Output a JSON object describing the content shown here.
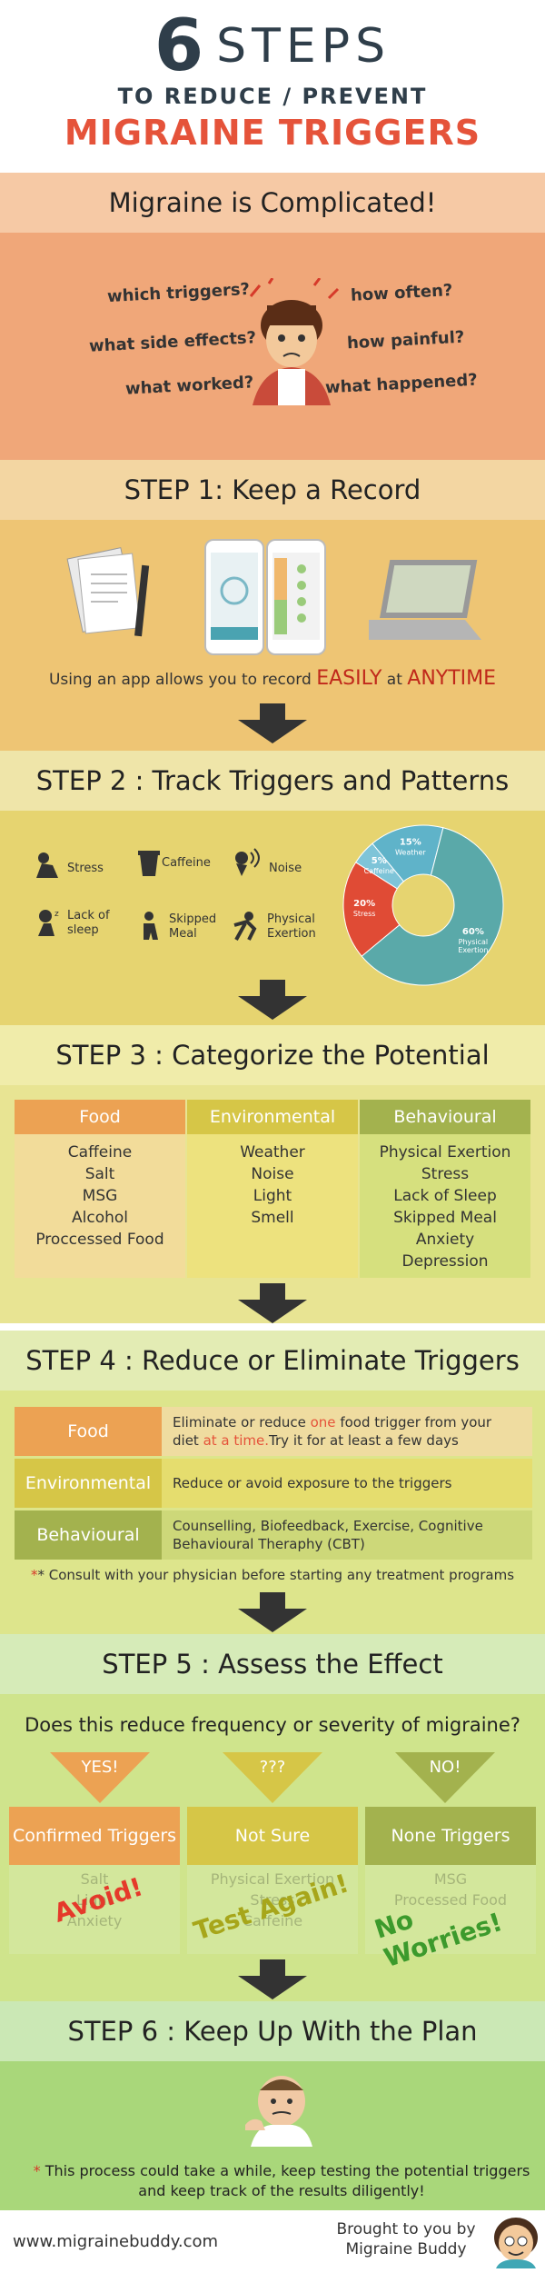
{
  "header": {
    "number": "6",
    "steps": "STEPS",
    "subtitle": "TO REDUCE / PREVENT",
    "title": "MIGRAINE TRIGGERS"
  },
  "intro": {
    "title": "Migraine is Complicated!",
    "questions": [
      "which triggers?",
      "how often?",
      "what side effects?",
      "how painful?",
      "what worked?",
      "what happened?"
    ]
  },
  "step1": {
    "title": "STEP 1: Keep a Record",
    "text_pre": "Using an app allows you to record ",
    "text_em1": "EASILY",
    "text_mid": " at ",
    "text_em2": "ANYTIME"
  },
  "step2": {
    "title": "STEP 2 : Track Triggers and Patterns",
    "triggers": [
      "Stress",
      "Caffeine",
      "Noise",
      "Lack of sleep",
      "Skipped Meal",
      "Physical Exertion"
    ],
    "chart_data": {
      "type": "pie",
      "slices": [
        {
          "label": "Weather",
          "value": 15,
          "display": "15%",
          "color": "#5fb3c9"
        },
        {
          "label": "Physical Exertion",
          "value": 60,
          "display": "60%",
          "color": "#5aa9a9"
        },
        {
          "label": "Stress",
          "value": 20,
          "display": "20%",
          "color": "#e04b35"
        },
        {
          "label": "Caffeine",
          "value": 5,
          "display": "5%",
          "color": "#7ec4d8"
        }
      ]
    }
  },
  "step3": {
    "title": "STEP 3 : Categorize the Potential Triggers",
    "columns": [
      {
        "header": "Food",
        "items": [
          "Caffeine",
          "Salt",
          "MSG",
          "Alcohol",
          "Proccessed Food"
        ]
      },
      {
        "header": "Environmental",
        "items": [
          "Weather",
          "Noise",
          "Light",
          "Smell"
        ]
      },
      {
        "header": "Behavioural",
        "items": [
          "Physical Exertion",
          "Stress",
          "Lack of Sleep",
          "Skipped Meal",
          "Anxiety",
          "Depression"
        ]
      }
    ]
  },
  "step4": {
    "title": "STEP 4 : Reduce or Eliminate Triggers",
    "rows": [
      {
        "label": "Food",
        "pre": "Eliminate or reduce ",
        "em1": "one",
        "mid": " food trigger from your diet ",
        "em2": "at a time.",
        "post": "Try it for at least a few days"
      },
      {
        "label": "Environmental",
        "text": "Reduce or avoid exposure to the triggers"
      },
      {
        "label": "Behavioural",
        "text": "Counselling, Biofeedback, Exercise, Cognitive Behavioural Theraphy (CBT)"
      }
    ],
    "note": "* Consult with your physician before starting any treatment programs"
  },
  "step5": {
    "title": "STEP 5 : Assess the Effect",
    "question": "Does this reduce frequency or severity of migraine?",
    "answers": [
      {
        "tri": "YES!",
        "box": "Confirmed Triggers",
        "faint": [
          "Salt",
          "Light",
          "Anxiety"
        ],
        "stamp": "Avoid!"
      },
      {
        "tri": "???",
        "box": "Not Sure",
        "faint": [
          "Physical Exertion",
          "Stress",
          "Caffeine"
        ],
        "stamp": "Test Again!"
      },
      {
        "tri": "NO!",
        "box": "None Triggers",
        "faint": [
          "MSG",
          "Processed Food"
        ],
        "stamp": "No Worries!"
      }
    ]
  },
  "step6": {
    "title": "STEP 6 : Keep Up With the Plan",
    "note_star": "* ",
    "note": "This process could take a while, keep testing the potential triggers and keep track of the results diligently!"
  },
  "footer": {
    "url": "www.migrainebuddy.com",
    "brought": "Brought to you by",
    "brand": "Migraine Buddy"
  },
  "colors": {
    "orange": "#eca253",
    "yellow": "#d6c647",
    "green": "#a3b24e",
    "red": "#e5533a",
    "navy": "#2f3e4a"
  }
}
